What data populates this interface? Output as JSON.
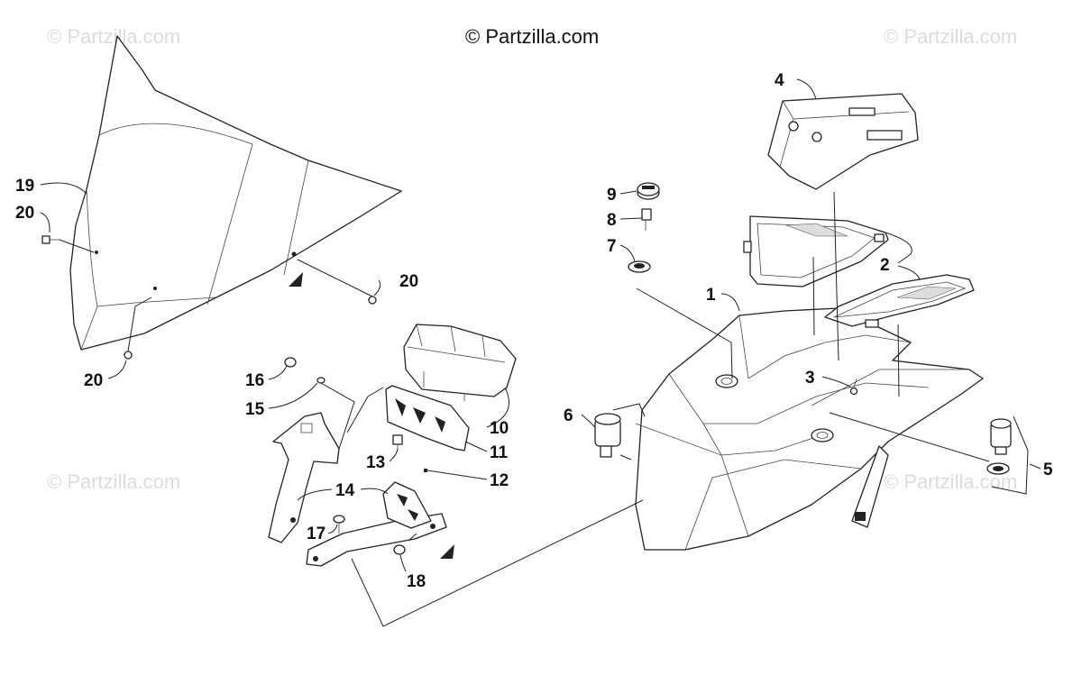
{
  "copyright": "© Partzilla.com",
  "watermark": "© Partzilla.com",
  "callouts": {
    "c1": "1",
    "c2": "2",
    "c3": "3",
    "c4": "4",
    "c5": "5",
    "c6": "6",
    "c7": "7",
    "c8": "8",
    "c9": "9",
    "c10": "10",
    "c11": "11",
    "c12": "12",
    "c13": "13",
    "c14": "14",
    "c15": "15",
    "c16": "16",
    "c17": "17",
    "c18": "18",
    "c19": "19",
    "c20a": "20",
    "c20b": "20",
    "c20c": "20"
  }
}
